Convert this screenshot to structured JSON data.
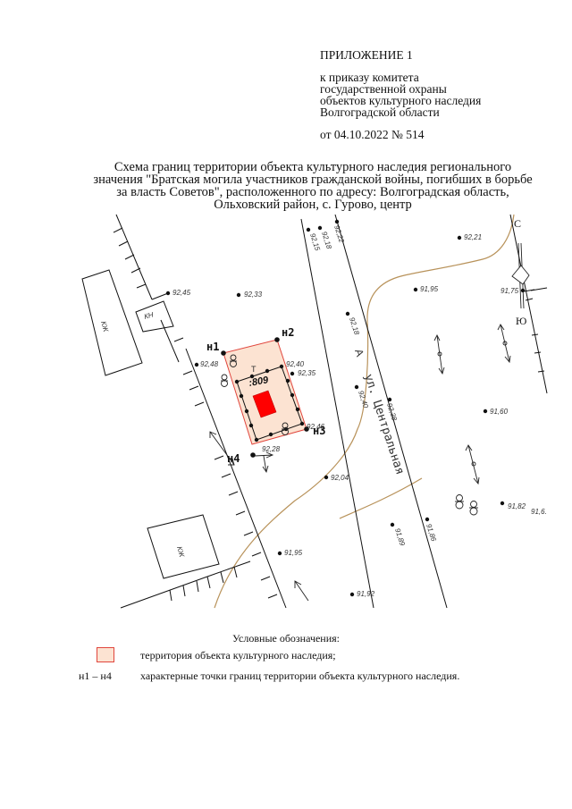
{
  "header": {
    "appendix_title": "ПРИЛОЖЕНИЕ 1",
    "order_lines": [
      "к приказу комитета",
      "государственной охраны",
      "объектов культурного наследия",
      "Волгоградской области"
    ],
    "order_date": "от 04.10.2022 № 514"
  },
  "scheme_title_lines": [
    "Схема границ территории объекта культурного наследия регионального",
    "значения \"Братская могила участников гражданской войны, погибших в борьбе",
    "за власть Советов\", расположенного по адресу: Волгоградская область,",
    "Ольховский район, с. Гурово, центр"
  ],
  "map": {
    "parcel_label": ":809",
    "street_label": "ул. Центральная",
    "street_letter": "А",
    "building_labels": [
      "КЖ",
      "КН",
      "КЖ"
    ],
    "compass": {
      "north": "С",
      "south": "Ю"
    },
    "fence_marker": "Т",
    "boundary_points": [
      {
        "id": "н1",
        "label": "н1"
      },
      {
        "id": "н2",
        "label": "н2"
      },
      {
        "id": "н3",
        "label": "н3"
      },
      {
        "id": "н4",
        "label": "н4"
      }
    ],
    "elevations": [
      "92,45",
      "92,33",
      "92,48",
      "92,40",
      "92,35",
      "92,46",
      "92,28",
      "92,15",
      "92,18",
      "92,22",
      "92,18",
      "92,21",
      "91,95",
      "91,75",
      "92,38",
      "92,40",
      "92,04",
      "91,60",
      "91,82",
      "91,6.",
      "91,86",
      "91,89",
      "91,95",
      "91,92"
    ],
    "colors": {
      "territory_fill": "#fce3d2",
      "territory_border": "#e0453c",
      "monument": "#ff0000",
      "contour": "#b8925a"
    }
  },
  "legend": {
    "title": "Условные обозначения:",
    "items": [
      {
        "symbol": "territory-swatch",
        "text": "территория объекта культурного наследия;"
      },
      {
        "symbol": "н1 – н4",
        "text": "характерные точки границ территории объекта культурного наследия."
      }
    ]
  }
}
